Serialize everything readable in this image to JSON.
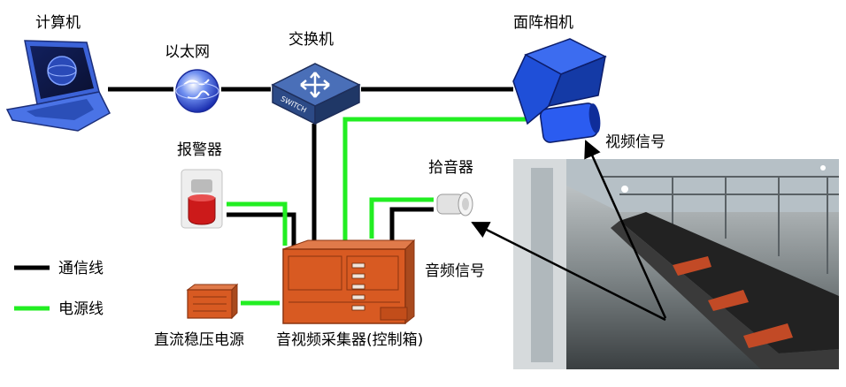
{
  "labels": {
    "computer": "计算机",
    "ethernet": "以太网",
    "switch": "交换机",
    "camera": "面阵相机",
    "alarm": "报警器",
    "pickup": "拾音器",
    "video_signal": "视频信号",
    "audio_signal": "音频信号",
    "power_supply": "直流稳压电源",
    "collector": "音视频采集器(控制箱)",
    "switch_text": "SWITCH"
  },
  "legend": [
    {
      "label": "通信线",
      "color": "#000000"
    },
    {
      "label": "电源线",
      "color": "#22ee22"
    }
  ],
  "colors": {
    "comm_line": "#000000",
    "power_line": "#22ee22",
    "device_orange": "#d85a22",
    "camera_blue": "#1f4fd8",
    "switch_blue": "#2c4a86"
  }
}
